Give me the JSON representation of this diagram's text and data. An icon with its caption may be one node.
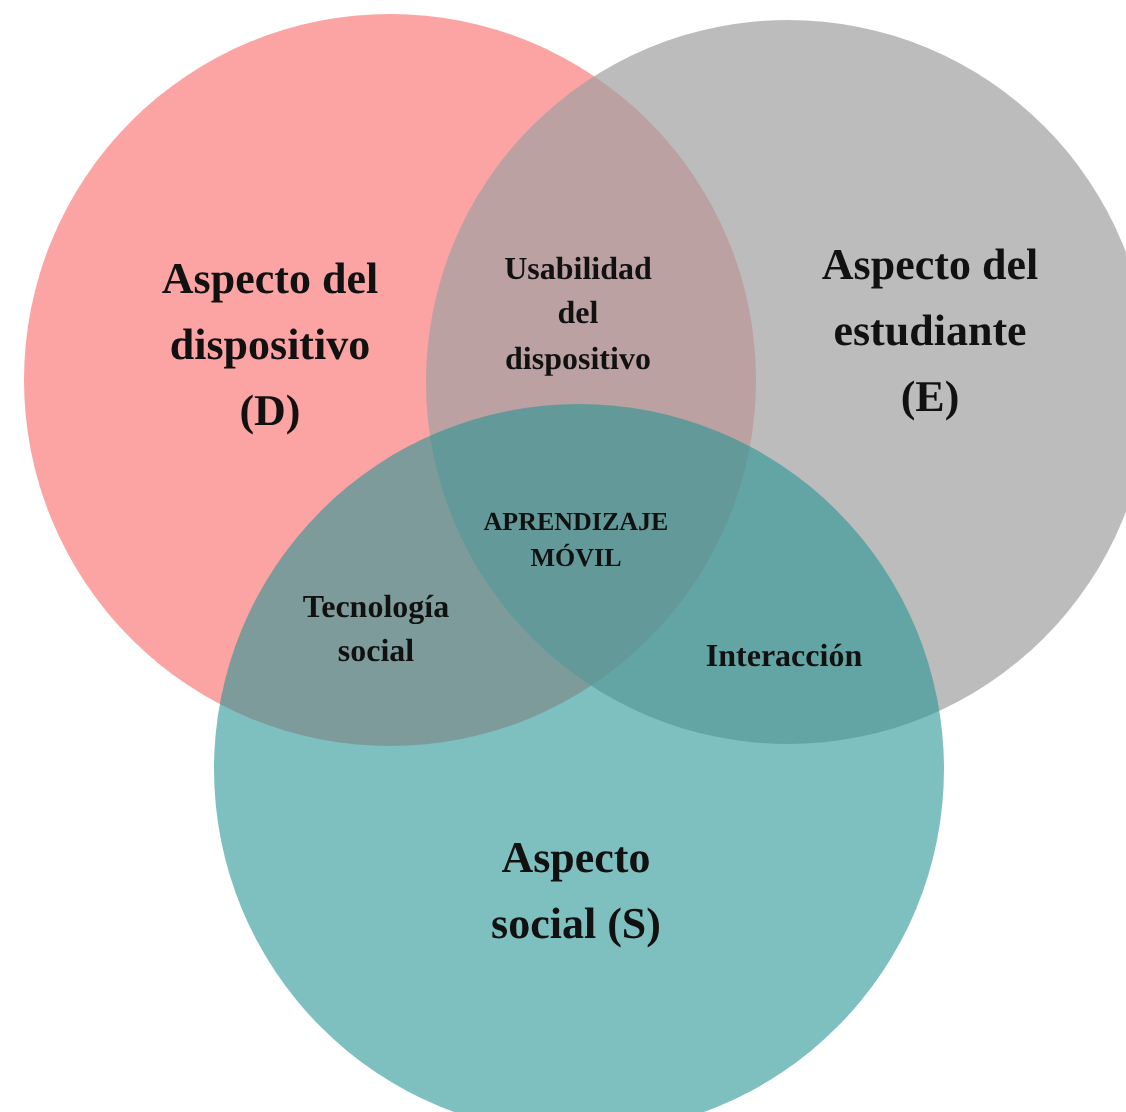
{
  "diagram": {
    "nodes": [
      {
        "text": [
          "Aspecto del dispositivo (D)"
        ]
      },
      {
        "text": [
          "Aspecto del estudiante (E)"
        ]
      },
      {
        "text": [
          "Aspecto social (S)"
        ]
      }
    ],
    "labels": [
      "Usabilidad del dispositivo",
      "APRENDIZAJE MÓVIL",
      "Tecnología social",
      "Interacción"
    ]
  }
}
